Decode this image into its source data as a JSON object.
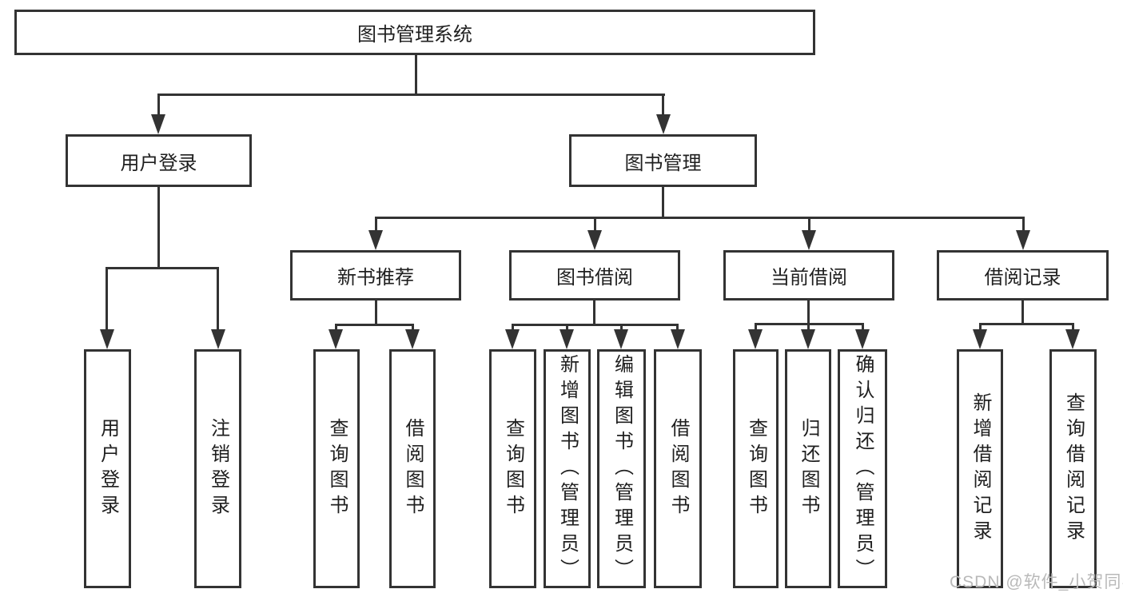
{
  "colors": {
    "line": "#333333",
    "text": "#1f1f1f",
    "watermark": "#b9b9b9",
    "background": "#ffffff"
  },
  "diagram": {
    "root": {
      "label": "图书管理系统"
    },
    "branches": [
      {
        "label": "用户登录",
        "children": [
          {
            "label": "用户登录"
          },
          {
            "label": "注销登录"
          }
        ]
      },
      {
        "label": "图书管理",
        "children": [
          {
            "label": "新书推荐",
            "children": [
              {
                "label": "查询图书"
              },
              {
                "label": "借阅图书"
              }
            ]
          },
          {
            "label": "图书借阅",
            "children": [
              {
                "label": "查询图书"
              },
              {
                "label": "新增图书（管理员）"
              },
              {
                "label": "编辑图书（管理员）"
              },
              {
                "label": "借阅图书"
              }
            ]
          },
          {
            "label": "当前借阅",
            "children": [
              {
                "label": "查询图书"
              },
              {
                "label": "归还图书"
              },
              {
                "label": "确认归还（管理员）"
              }
            ]
          },
          {
            "label": "借阅记录",
            "children": [
              {
                "label": "新增借阅记录"
              },
              {
                "label": "查询借阅记录"
              }
            ]
          }
        ]
      }
    ]
  },
  "watermark": "CSDN @软件_小贺同学"
}
